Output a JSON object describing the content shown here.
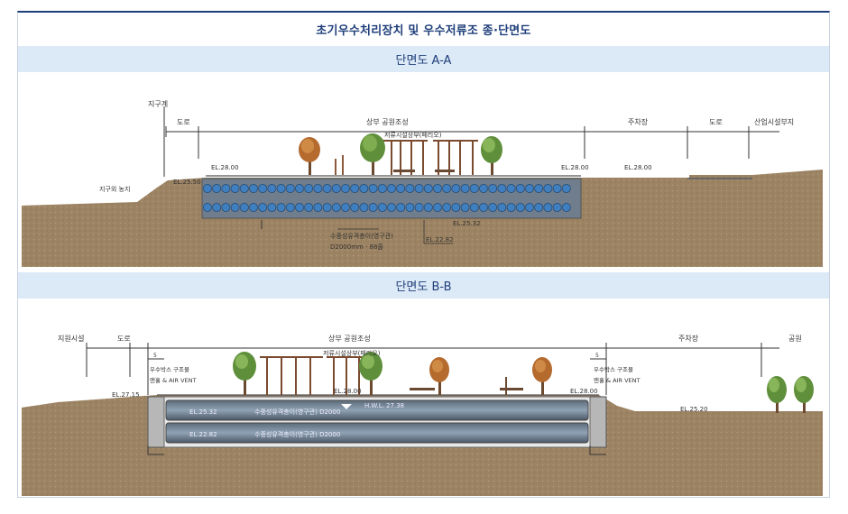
{
  "header": {
    "title": "초기우수처리장치 및 우수저류조 종·단면도"
  },
  "section_a": {
    "title": "단면도 A-A",
    "labels": {
      "district_boundary": "지구계",
      "road_left": "도로",
      "upper_park": "상부 공원조성",
      "parking": "주차장",
      "road_right": "도로",
      "industrial_site": "산업시설부지",
      "outside_farmland": "지구외 농지",
      "el_2550": "EL.25.50",
      "el_2800_left": "EL.28.00",
      "el_2800_mid": "EL.28.00",
      "el_2800_right": "EL.28.00",
      "el_2532": "EL.25.32",
      "el_2282": "EL.22.82",
      "pipe_label": "수중성유격충이(영구관)",
      "pipe_spec": "D2000mm · 88줄",
      "pergola_label": "저류시설상부(페리오)"
    }
  },
  "section_b": {
    "title": "단면도 B-B",
    "labels": {
      "support_facility": "지원시설",
      "road": "도로",
      "upper_park": "상부 공원조성",
      "parking": "주차장",
      "park": "공원",
      "pergola_label": "저류시설상부(페리오)",
      "box_left": "우수박스 구조물",
      "vent_left": "맨홀 & AIR VENT",
      "box_right": "우수박스 구조물",
      "vent_right": "맨홀 & AIR VENT",
      "el_2715": "EL.27.15",
      "el_2800_left": "EL.28.00",
      "el_2800_right": "EL.28.00",
      "el_2520": "EL.25.20",
      "el_2532": "EL.25.32",
      "el_2282": "EL.22.82",
      "hwl": "H.W.L. 27.38",
      "pipe_upper": "수중성유격충이(영구관) D2000",
      "pipe_lower": "수중성유격충이(영구관) D2000",
      "dim_left": "5",
      "dim_right": "5"
    }
  }
}
